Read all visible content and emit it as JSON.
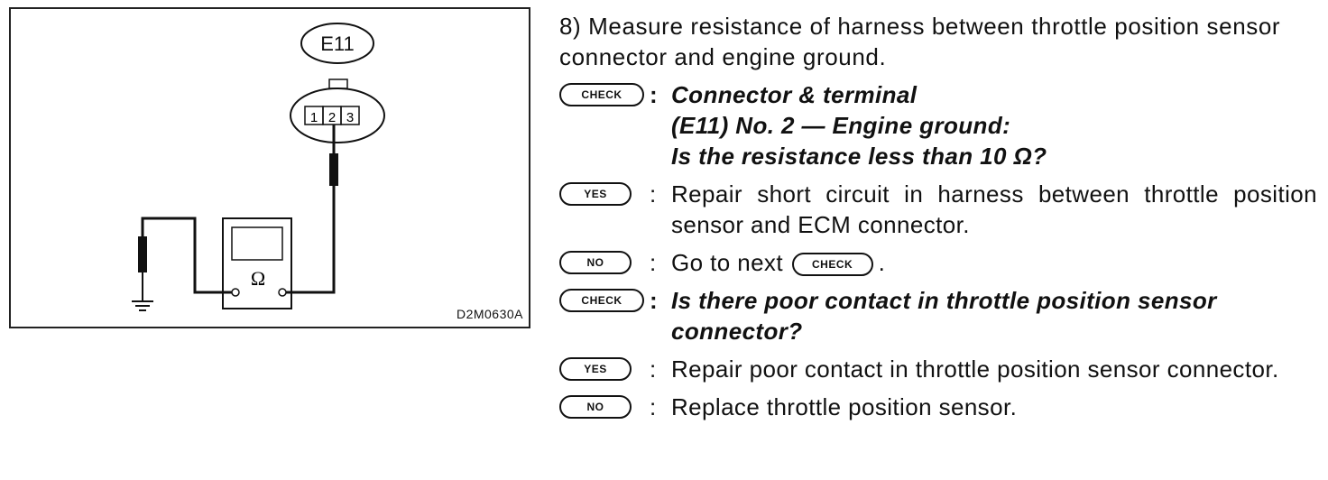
{
  "figure": {
    "connector_label": "E11",
    "pins": [
      "1",
      "2",
      "3"
    ],
    "meter_symbol": "Ω",
    "code": "D2M0630A"
  },
  "text": {
    "intro": "8) Measure resistance of harness between throttle position sensor connector and engine ground.",
    "check1": {
      "badge": "CHECK",
      "sep": ":",
      "lines": [
        "Connector & terminal",
        "(E11) No. 2 — Engine ground:",
        "Is the resistance less than 10 Ω?"
      ]
    },
    "yes1": {
      "badge": "YES",
      "sep": ":",
      "text": "Repair short circuit in harness between throttle position sensor and ECM connector."
    },
    "no1": {
      "badge": "NO",
      "sep": ":",
      "text": "Go to next",
      "inline_badge": "CHECK",
      "suffix": "."
    },
    "check2": {
      "badge": "CHECK",
      "sep": ":",
      "text": "Is there poor contact in throttle position sensor connector?"
    },
    "yes2": {
      "badge": "YES",
      "sep": ":",
      "text": "Repair poor contact in throttle position sensor connector."
    },
    "no2": {
      "badge": "NO",
      "sep": ":",
      "text": "Replace throttle position sensor."
    }
  }
}
